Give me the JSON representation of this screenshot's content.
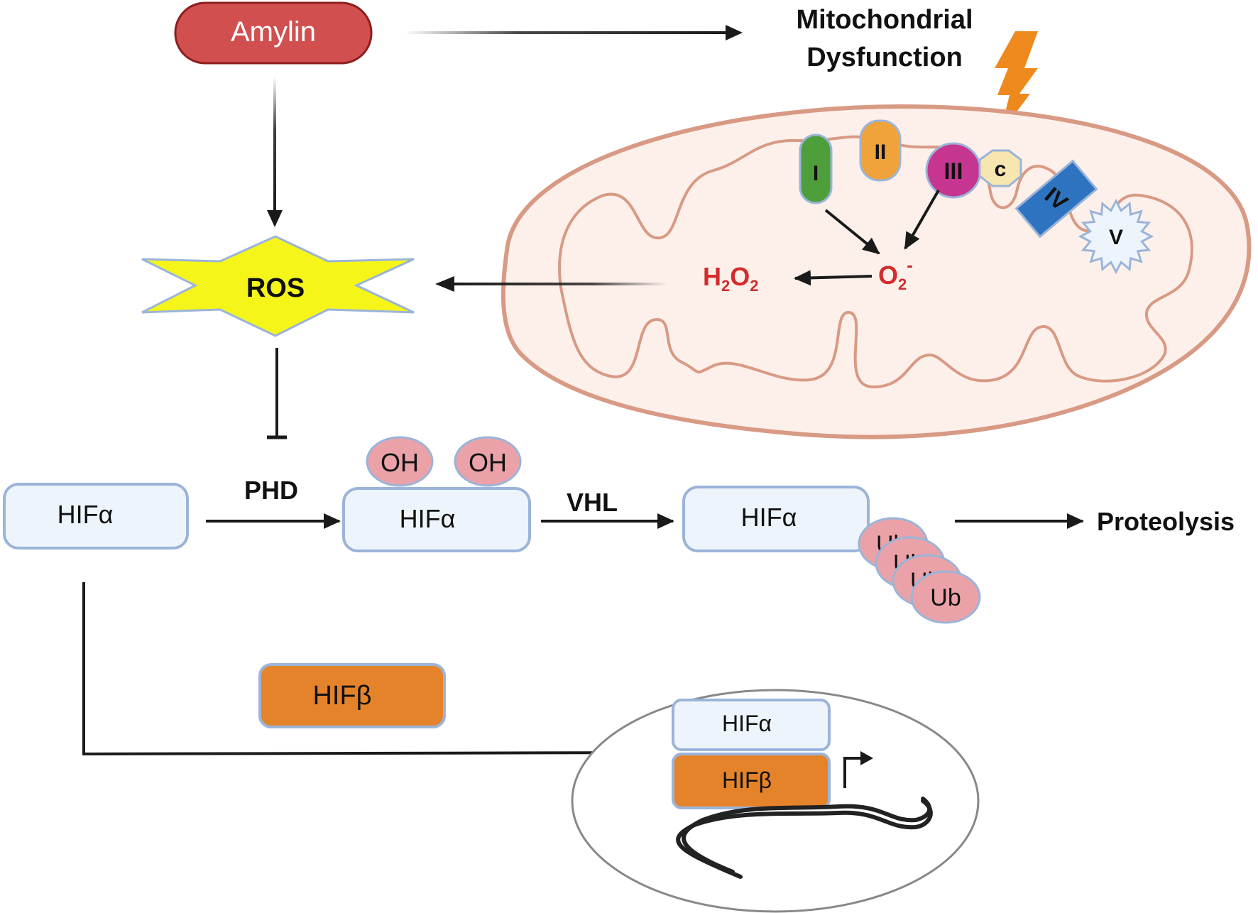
{
  "inputs": {
    "amylin": "Amylin"
  },
  "mito": {
    "title_line1": "Mitochondrial",
    "title_line2": "Dysfunction",
    "complexes": {
      "I": "I",
      "II": "II",
      "III": "III",
      "c": "c",
      "IV": "IV",
      "V": "V"
    },
    "superoxide": {
      "base": "O",
      "sub": "2",
      "sup": "-"
    },
    "peroxide": {
      "part1": "H",
      "sub1": "2",
      "part2": "O",
      "sub2": "2"
    }
  },
  "ros": "ROS",
  "pathway": {
    "hif_a": "HIFα",
    "phd": "PHD",
    "oh": "OH",
    "vhl": "VHL",
    "ub": "Ub",
    "ub_partial": "Ul",
    "proteolysis": "Proteolysis",
    "hif_b": "HIFβ"
  },
  "nucleus": {
    "hif_a": "HIFα",
    "hif_b": "HIFβ"
  },
  "colors": {
    "amylin_fill": "#d14f4f",
    "ros_fill": "#f5f51a",
    "hif_fill": "#eef4fb",
    "hif_stroke": "#9bb4d8",
    "hifb_fill": "#e5832b",
    "oh_fill": "#eaa2a8",
    "complex_I": "#4e9e3c",
    "complex_II": "#f0a33a",
    "complex_III": "#c6358f",
    "complex_c": "#f8e6b0",
    "complex_IV": "#2e73c0",
    "mito_fill": "#fdf0ea",
    "mito_stroke": "#d89a84",
    "bolt": "#ee8a1d",
    "ros_text": "#d22c2c"
  }
}
